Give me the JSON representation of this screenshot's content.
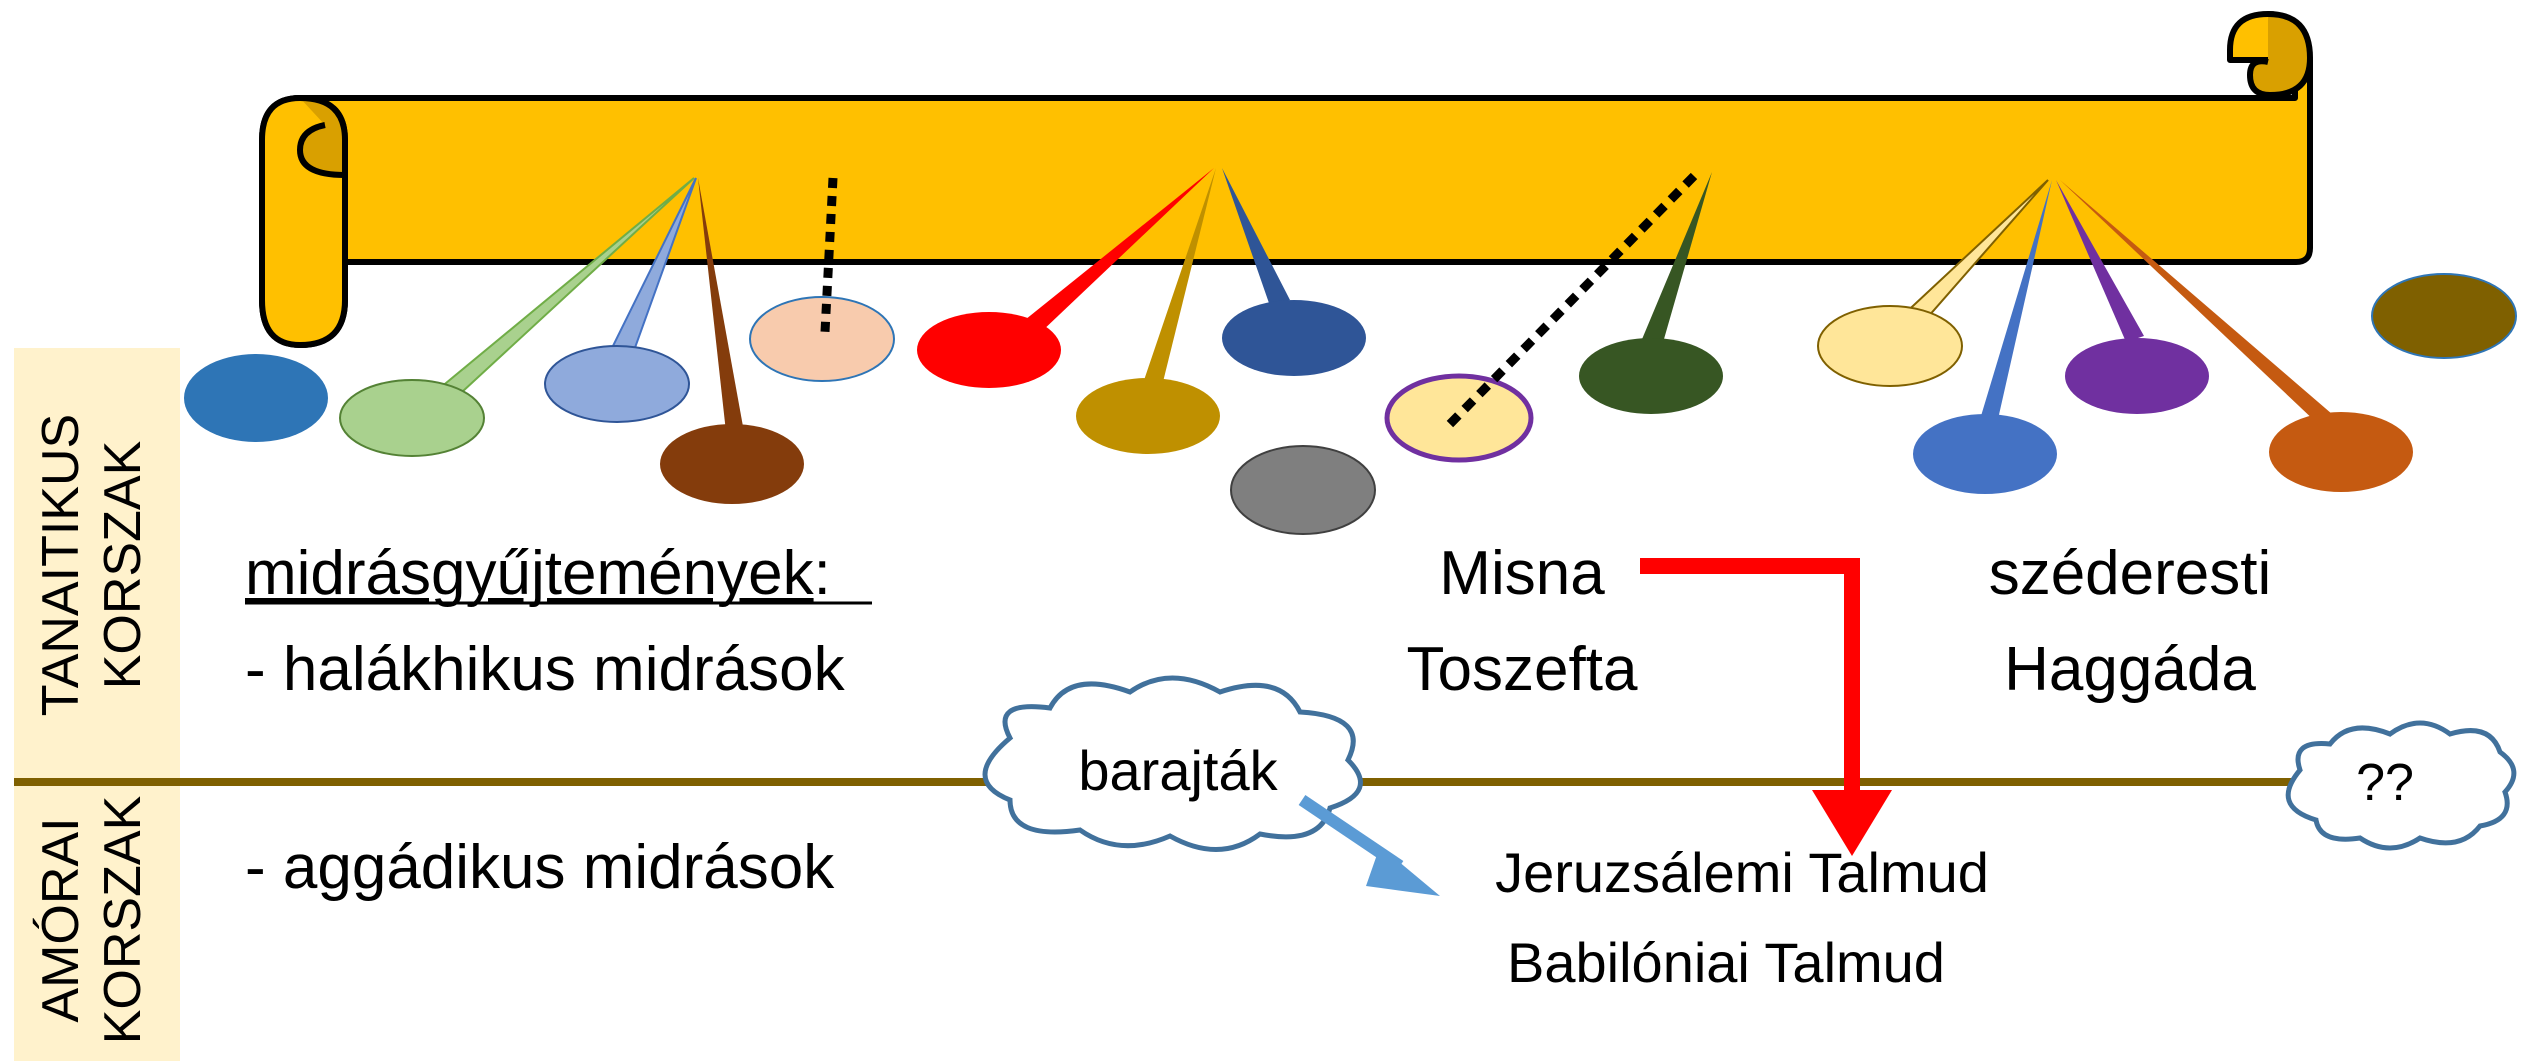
{
  "periods": {
    "tannaitic": "TANAITIKUS KORSZAK",
    "tannaitic_lines": [
      "TANAITIKUS",
      "KORSZAK"
    ],
    "amoraic": "AMÓRAI KORSZAK",
    "amoraic_lines": [
      "AMÓRAI",
      "KORSZAK"
    ]
  },
  "left": {
    "heading": "midrásgyűjtemények",
    "heading_colon": ":",
    "halakhic": "-  halákhikus midrások",
    "aggadic": "-  aggádikus midrások"
  },
  "middle": {
    "mishnah": "Misna",
    "tosefta": "Toszefta",
    "baraitot": "barajták",
    "jerusalem_talmud": "Jeruzsálemi Talmud",
    "babylonian_talmud": "Babilóniai Talmud"
  },
  "right": {
    "seder": "széderesti",
    "haggadah": "Haggáda",
    "unknown": "??"
  },
  "colors": {
    "scroll": "#FFC000",
    "scroll_dark": "#D9A000",
    "timeline": "#7F6000",
    "period_band": "#FFF2CC",
    "red_arrow": "#FF0000",
    "blue_arrow": "#5B9BD5",
    "cloud_stroke": "#41719C"
  }
}
